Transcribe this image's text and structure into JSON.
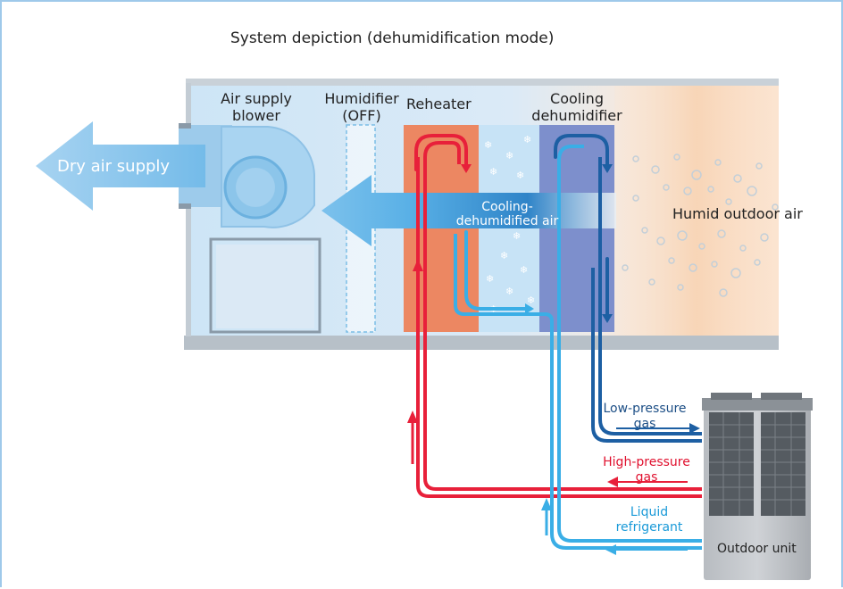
{
  "title": "System depiction (dehumidification mode)",
  "labels": {
    "blower_1": "Air supply",
    "blower_2": "blower",
    "humidifier_1": "Humidifier",
    "humidifier_2": "(OFF)",
    "reheater": "Reheater",
    "cooling_1": "Cooling",
    "cooling_2": "dehumidifier",
    "dry_air_supply": "Dry air supply",
    "cooled_air_1": "Cooling-",
    "cooled_air_2": "dehumidified air",
    "humid_outdoor_air": "Humid outdoor air",
    "low_pressure_1": "Low-pressure",
    "low_pressure_2": "gas",
    "high_pressure_1": "High-pressure",
    "high_pressure_2": "gas",
    "liquid_1": "Liquid",
    "liquid_2": "refrigerant",
    "outdoor_unit": "Outdoor unit"
  },
  "colors": {
    "high_pressure": "#e8203a",
    "low_pressure": "#1d5fa3",
    "liquid": "#3aaee6",
    "reheater": "#ec8762",
    "cooling_coil": "#7d8fcc",
    "unit_body": "#d9ebf7",
    "humid_air": "#fbe3cf"
  }
}
